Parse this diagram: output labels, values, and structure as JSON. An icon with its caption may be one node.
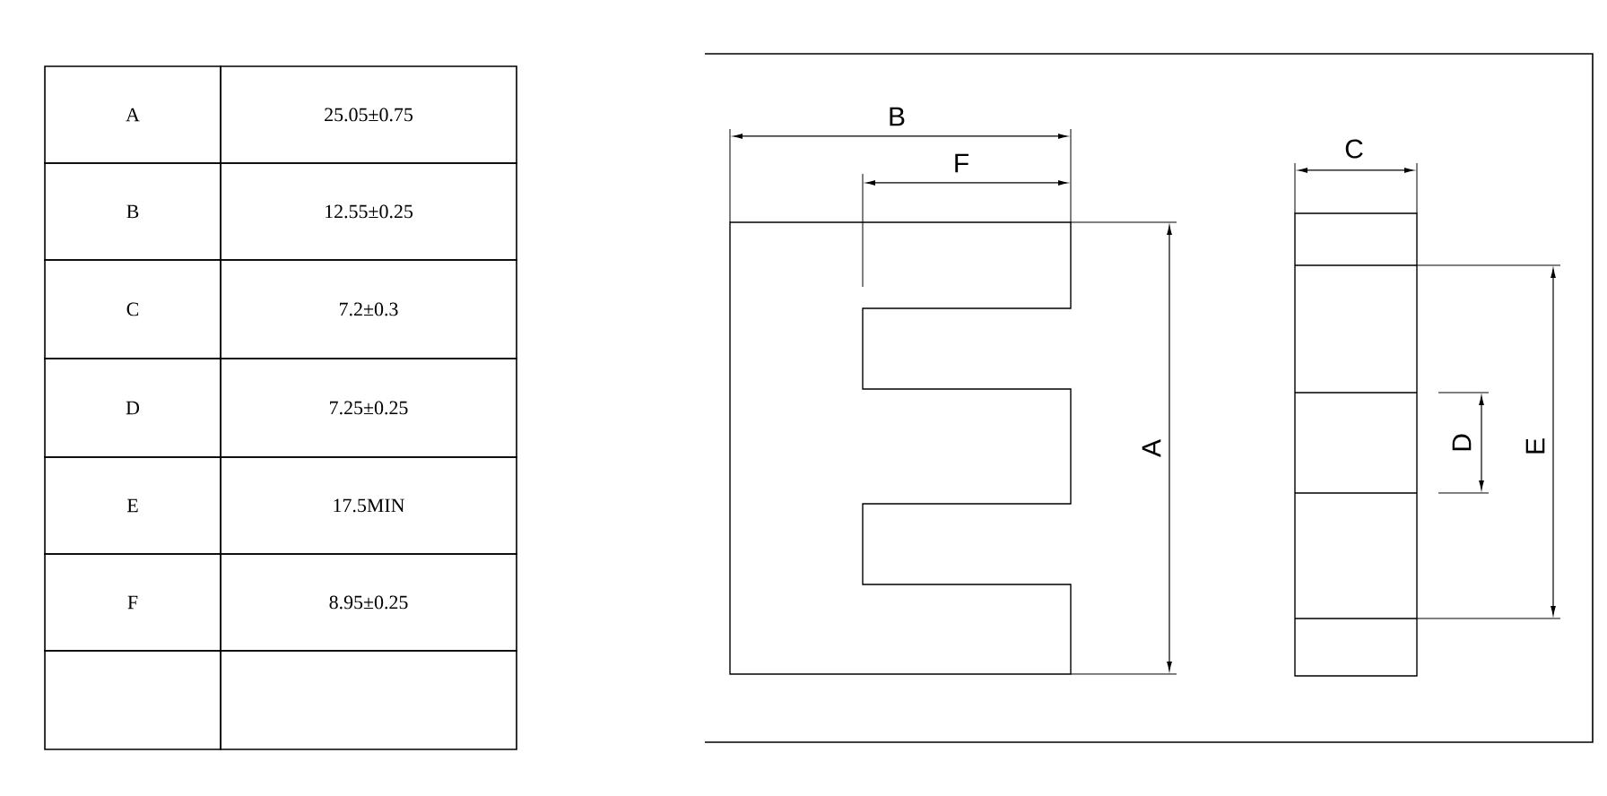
{
  "diagram": {
    "labels": [
      "A",
      "25.05±0.75",
      "B",
      "12.55±0.25",
      "C",
      "7.2±0.3",
      "D",
      "7.25±0.25",
      "E",
      "17.5MIN",
      "F",
      "8.95±0.25",
      "B",
      "F",
      "A",
      "C",
      "D",
      "E"
    ]
  }
}
